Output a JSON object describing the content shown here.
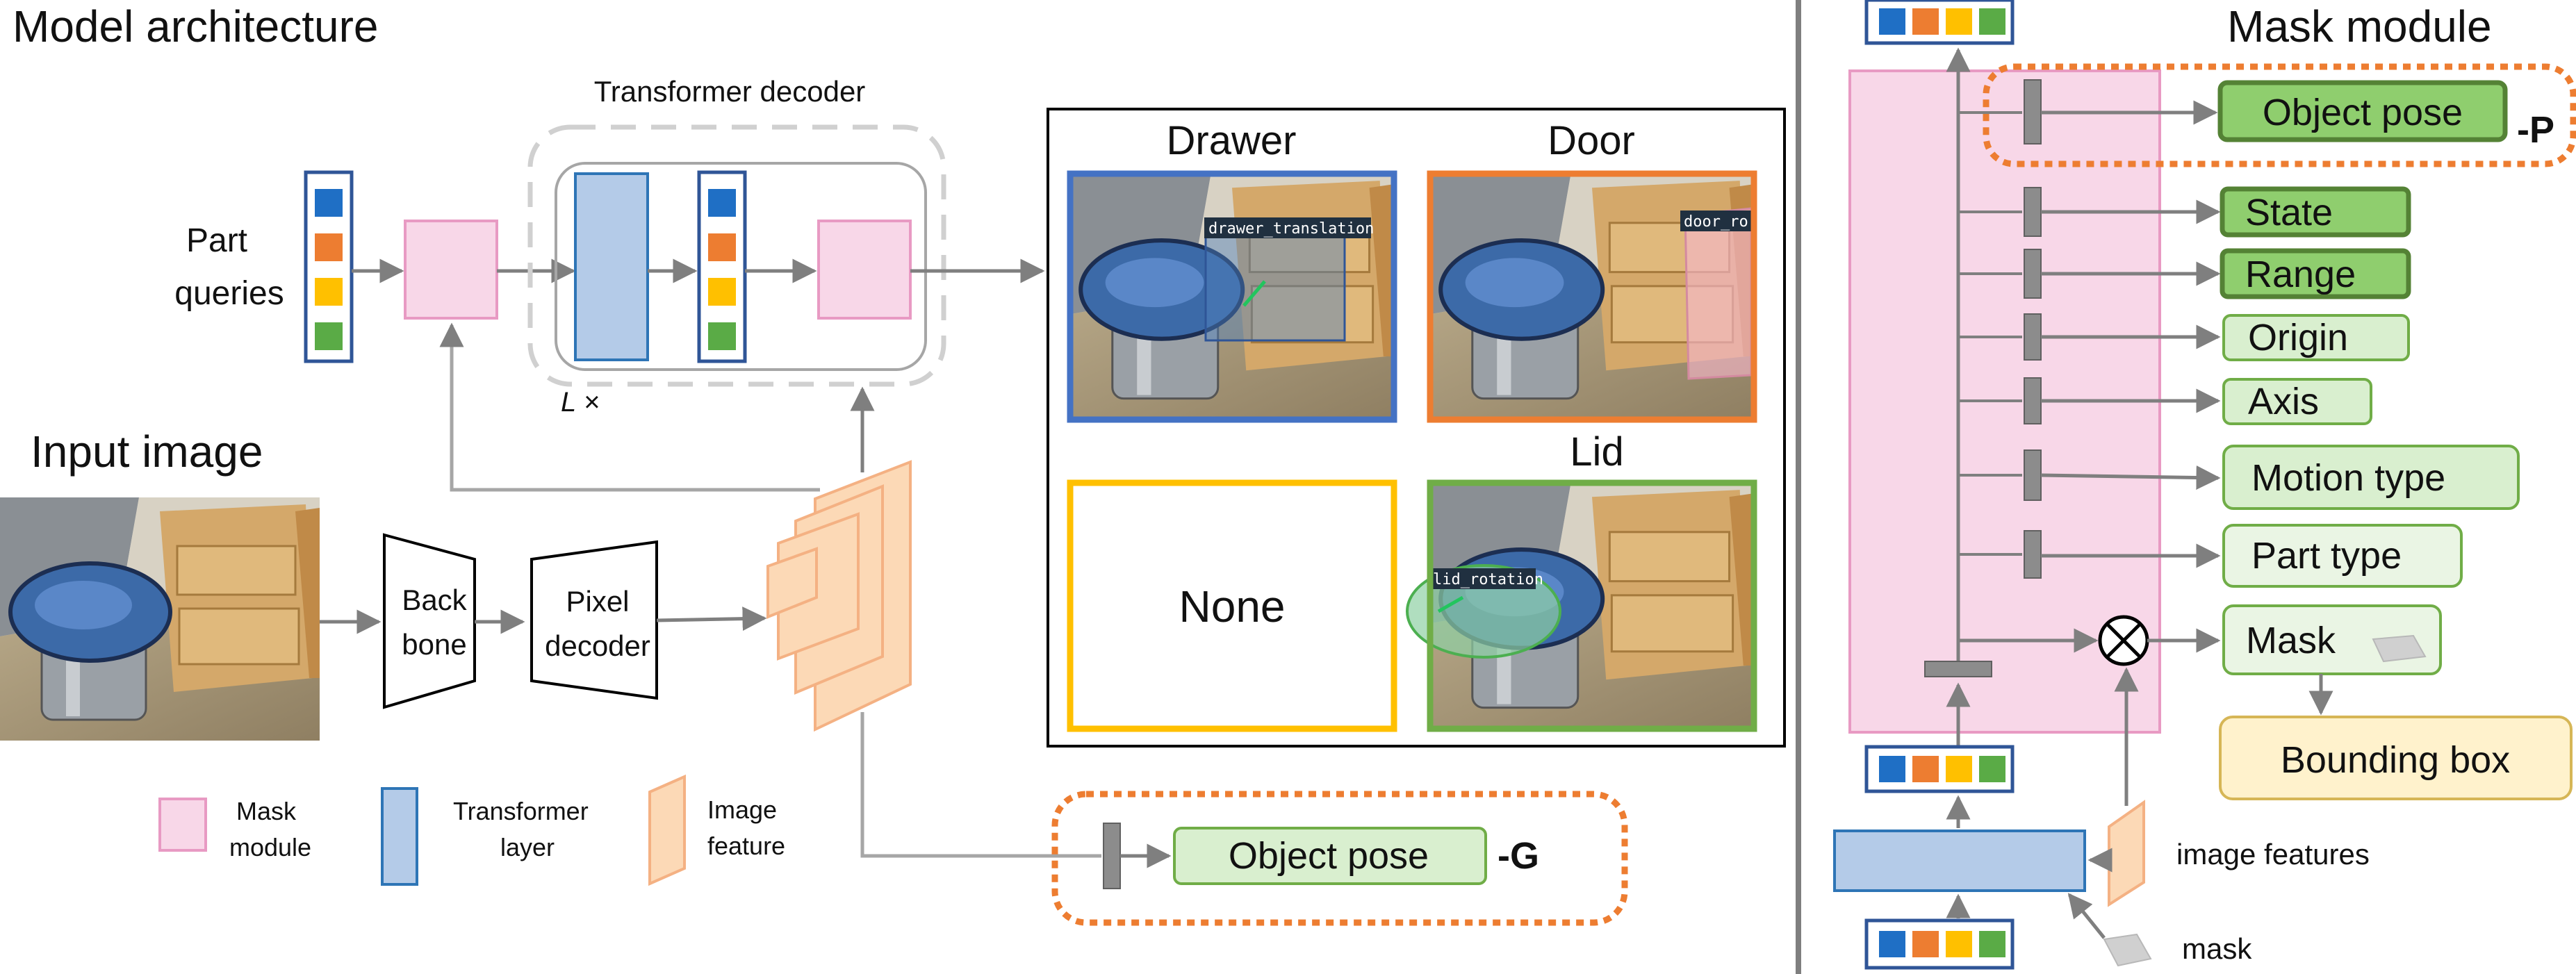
{
  "left_title": "Model architecture",
  "right_title": "Mask module",
  "transformer_decoder_label": "Transformer decoder",
  "layer_repeat_label": "L ×",
  "part_queries_label": [
    "Part",
    "queries"
  ],
  "input_image_label": "Input image",
  "backbone_label": [
    "Back",
    "bone"
  ],
  "pixel_decoder_label": [
    "Pixel",
    "decoder"
  ],
  "panels": {
    "drawer": {
      "title": "Drawer",
      "tag": "drawer_translation",
      "color": "#4472c4"
    },
    "door": {
      "title": "Door",
      "tag": "door_ro",
      "color": "#ed7d31"
    },
    "none": {
      "title": "",
      "text": "None",
      "color": "#ffc000"
    },
    "lid": {
      "title": "Lid",
      "tag": "lid_rotation",
      "color": "#70ad47"
    }
  },
  "legend": {
    "mask_module": [
      "Mask",
      "module"
    ],
    "transformer_layer": [
      "Transformer",
      "layer"
    ],
    "image_feature": [
      "Image",
      "feature"
    ]
  },
  "object_pose_g": {
    "label": "Object pose",
    "suffix": "-G"
  },
  "mask_module_outputs": [
    {
      "label": "Object pose",
      "bold": true
    },
    {
      "label": "State",
      "bold": true
    },
    {
      "label": "Range",
      "bold": true
    },
    {
      "label": "Origin",
      "bold": false
    },
    {
      "label": "Axis",
      "bold": false
    },
    {
      "label": "Motion type",
      "bold": false
    },
    {
      "label": "Part type",
      "bold": false
    },
    {
      "label": "Mask",
      "bold": false
    }
  ],
  "object_pose_p_suffix": "-P",
  "bounding_box_label": "Bounding box",
  "image_features_label": "image features",
  "mask_label": "mask",
  "query_colors": [
    "#1f6fc5",
    "#ed7d31",
    "#ffc000",
    "#5aab46"
  ],
  "colors": {
    "mask_pink": "#f8d7e8",
    "mask_pink_border": "#e89ac3",
    "transformer_blue": "#b4cbe8",
    "transformer_border": "#2e75b6",
    "feature_orange": "#fcd9b6",
    "feature_border": "#f4b183",
    "output_green_fill": "#d9efcf",
    "output_green_border": "#70ad47",
    "dashed_orange": "#ed7d31",
    "bbox_fill": "#fff2cc",
    "bbox_border": "#d6b656"
  }
}
